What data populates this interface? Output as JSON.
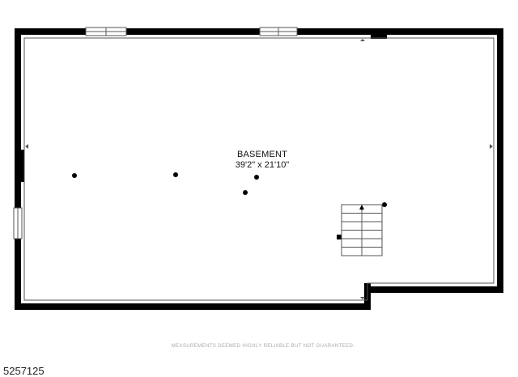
{
  "room": {
    "name": "BASEMENT",
    "dimensions": "39'2\" x 21'10\""
  },
  "disclaimer": "MEASUREMENTS DEEMED HIGHLY RELIABLE BUT NOT GUARANTEED.",
  "listing_id": "5257125",
  "colors": {
    "wall": "#000000",
    "background": "#ffffff",
    "window": "#555555",
    "disclaimer_text": "#a8a8a8"
  }
}
